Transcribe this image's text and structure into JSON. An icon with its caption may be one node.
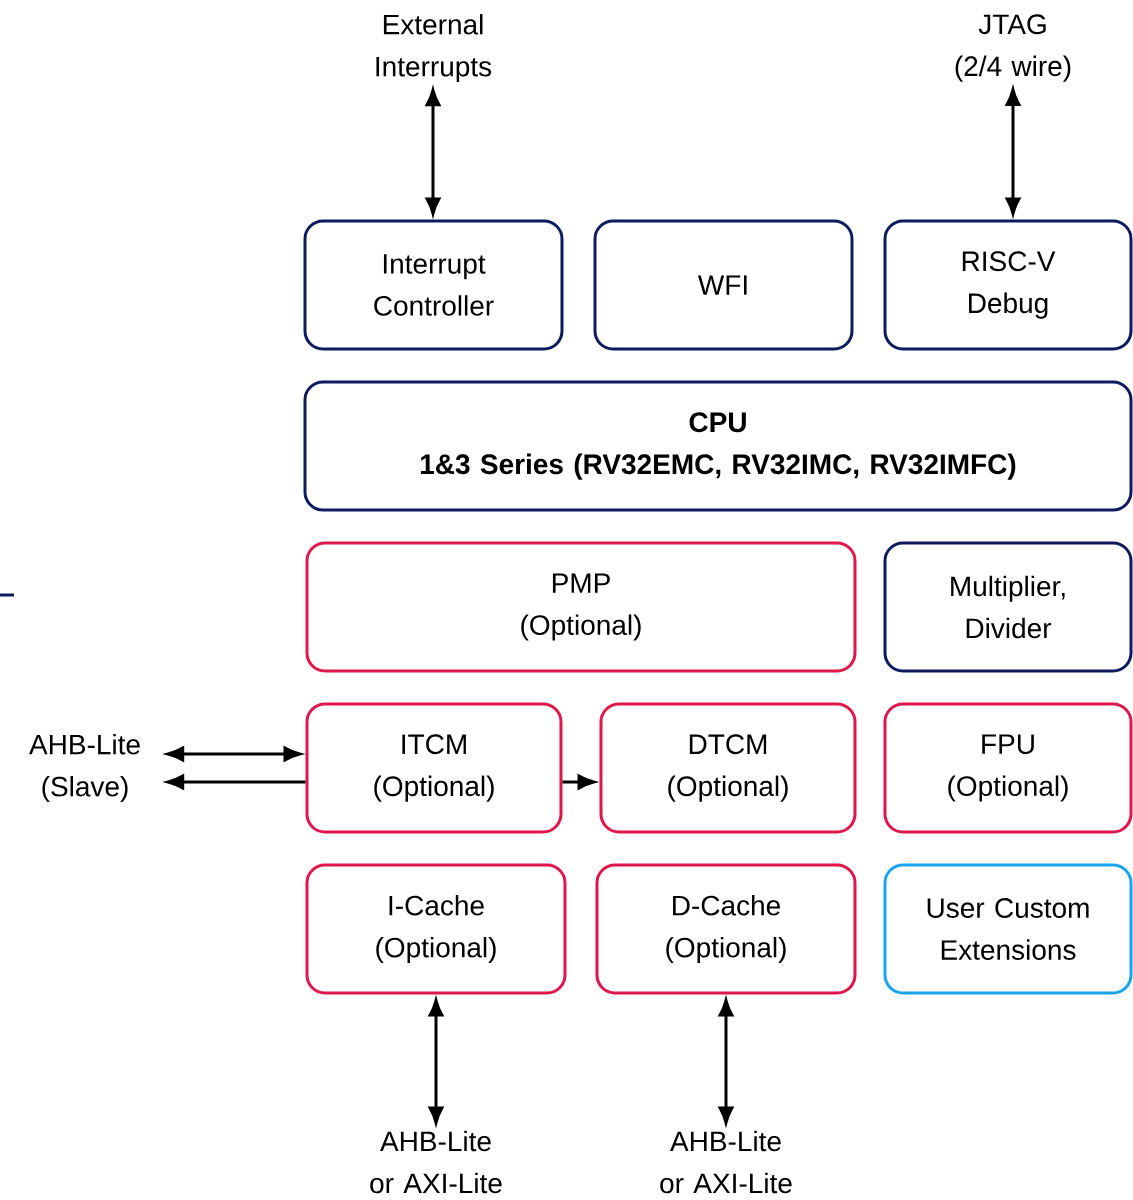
{
  "diagram": {
    "nodes": [
      {
        "text": [
          "External Interrupts"
        ]
      },
      {
        "text": [
          "JTAG",
          "(2/4 wire)"
        ]
      },
      {
        "text": [
          "Interrupt Controller"
        ]
      },
      {
        "text": [
          "WFI"
        ]
      },
      {
        "text": [
          "RISC-V Debug"
        ]
      },
      {
        "text": [
          "CPU",
          "1&3 Series (RV32EMC, RV32IMC, RV32IMFC)"
        ]
      },
      {
        "text": [
          "PMP (Optional)"
        ]
      },
      {
        "text": [
          "Multiplier, Divider"
        ]
      },
      {
        "text": [
          "ITCM (Optional)"
        ]
      },
      {
        "text": [
          "DTCM (Optional)"
        ]
      },
      {
        "text": [
          "FPU (Optional)"
        ]
      },
      {
        "text": [
          "I-Cache (Optional)"
        ]
      },
      {
        "text": [
          "D-Cache (Optional)"
        ]
      },
      {
        "text": [
          "User Custom Extensions"
        ]
      },
      {
        "text": [
          "AHB-Lite (Slave)"
        ]
      },
      {
        "text": [
          "AHB-Lite or AXI-Lite"
        ]
      },
      {
        "text": [
          "AHB-Lite or AXI-Lite"
        ]
      }
    ],
    "edges": [
      {
        "from": 0,
        "to": 2,
        "arrow": "both"
      },
      {
        "from": 1,
        "to": 4,
        "arrow": "both"
      },
      {
        "from": 14,
        "to": 8,
        "arrow": "both"
      },
      {
        "from": 8,
        "to": 14,
        "arrow": "to"
      },
      {
        "from": 8,
        "to": 9,
        "arrow": "to"
      },
      {
        "from": 11,
        "to": 15,
        "arrow": "both"
      },
      {
        "from": 12,
        "to": 16,
        "arrow": "both"
      }
    ]
  }
}
